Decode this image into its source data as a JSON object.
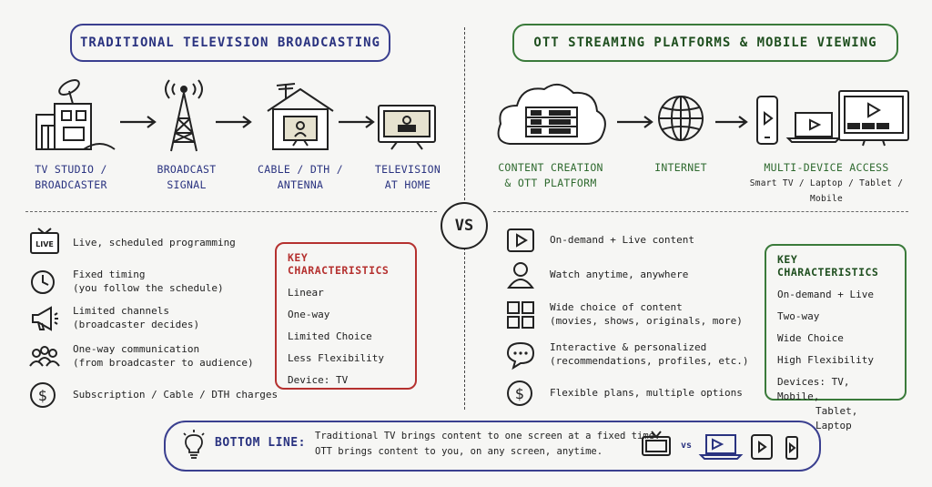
{
  "left": {
    "title": "TRADITIONAL TELEVISION BROADCASTING",
    "flow": [
      {
        "line1": "TV STUDIO /",
        "line2": "BROADCASTER",
        "icon": "tv-studio-icon"
      },
      {
        "line1": "BROADCAST",
        "line2": "SIGNAL",
        "icon": "broadcast-tower-icon"
      },
      {
        "line1": "CABLE / DTH /",
        "line2": "ANTENNA",
        "icon": "house-antenna-icon"
      },
      {
        "line1": "TELEVISION",
        "line2": "AT HOME",
        "icon": "television-icon"
      }
    ],
    "features": [
      {
        "icon": "live-tv-icon",
        "line1": "Live, scheduled programming",
        "line2": ""
      },
      {
        "icon": "clock-icon",
        "line1": "Fixed timing",
        "line2": "(you follow the schedule)"
      },
      {
        "icon": "megaphone-icon",
        "line1": "Limited channels",
        "line2": "(broadcaster decides)"
      },
      {
        "icon": "audience-icon",
        "line1": "One-way communication",
        "line2": "(from broadcaster to audience)"
      },
      {
        "icon": "dollar-icon",
        "line1": "Subscription / Cable / DTH charges",
        "line2": ""
      }
    ],
    "key": {
      "title": "KEY CHARACTERISTICS",
      "items": [
        "Linear",
        "One-way",
        "Limited Choice",
        "Less Flexibility",
        "Device: TV"
      ]
    }
  },
  "vs": "VS",
  "right": {
    "title": "OTT STREAMING PLATFORMS & MOBILE VIEWING",
    "flow": [
      {
        "line1": "CONTENT CREATION",
        "line2": "& OTT PLATFORM",
        "icon": "cloud-server-icon"
      },
      {
        "line1": "INTERNET",
        "line2": "",
        "icon": "globe-icon"
      },
      {
        "line1": "MULTI-DEVICE ACCESS",
        "line2": "Smart TV / Laptop / Tablet / Mobile",
        "icon": "multi-device-icon"
      }
    ],
    "features": [
      {
        "icon": "play-icon",
        "line1": "On-demand + Live content",
        "line2": ""
      },
      {
        "icon": "user-icon",
        "line1": "Watch anytime, anywhere",
        "line2": ""
      },
      {
        "icon": "grid-icon",
        "line1": "Wide choice of content",
        "line2": "(movies, shows, originals, more)"
      },
      {
        "icon": "chat-icon",
        "line1": "Interactive & personalized",
        "line2": "(recommendations, profiles, etc.)"
      },
      {
        "icon": "dollar-icon",
        "line1": "Flexible plans, multiple options",
        "line2": ""
      }
    ],
    "key": {
      "title": "KEY CHARACTERISTICS",
      "items": [
        "On-demand + Live",
        "Two-way",
        "Wide Choice",
        "High Flexibility",
        "Devices: TV, Mobile,",
        "Tablet, Laptop"
      ]
    }
  },
  "bottom": {
    "label": "BOTTOM LINE:",
    "line1": "Traditional TV brings content to one screen at a fixed time.",
    "line2": "OTT brings content to you, on any screen, anytime.",
    "vs": "vs"
  },
  "colors": {
    "navy": "#2a3380",
    "green": "#2f6a2f",
    "red": "#b5312f"
  }
}
